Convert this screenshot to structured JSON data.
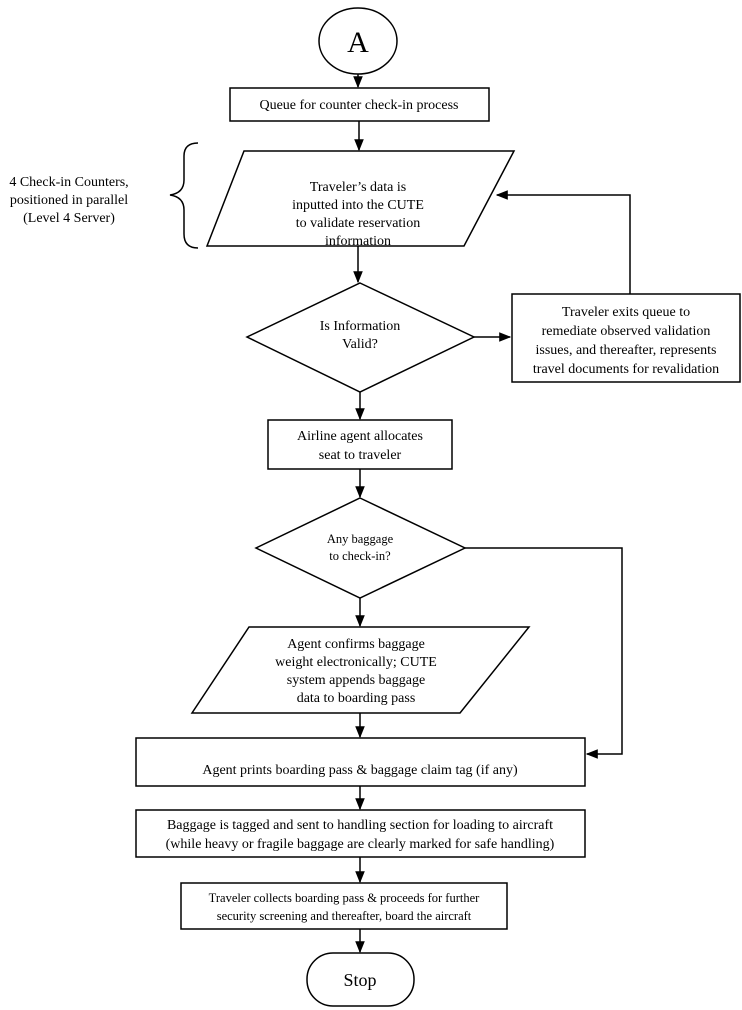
{
  "connector_a": "A",
  "queue_box": [
    "Queue for counter check-in process"
  ],
  "counters_annotation": [
    "4 Check-in Counters,",
    "positioned in parallel",
    "(Level 4 Server)"
  ],
  "data_input": [
    "Traveler’s data is",
    "inputted into the CUTE",
    "to validate reservation",
    "information"
  ],
  "info_valid_decision": [
    "Is Information",
    "Valid?"
  ],
  "exit_queue_box": [
    "Traveler exits queue to",
    "remediate observed validation",
    "issues, and thereafter, represents",
    "travel documents for revalidation"
  ],
  "seat_box": [
    "Airline agent allocates",
    "seat to traveler"
  ],
  "baggage_decision": [
    "Any baggage",
    "to check-in?"
  ],
  "baggage_confirm": [
    "Agent confirms baggage",
    "weight electronically; CUTE",
    "system appends baggage",
    "data to boarding pass"
  ],
  "print_box": [
    "Agent prints boarding pass & baggage claim tag (if any)"
  ],
  "tag_box": [
    "Baggage is tagged and sent to handling section for loading to aircraft",
    "(while heavy or fragile baggage are clearly marked for safe handling)"
  ],
  "collect_box": [
    "Traveler collects boarding pass & proceeds for further",
    "security screening and thereafter, board the aircraft"
  ],
  "stop": "Stop"
}
